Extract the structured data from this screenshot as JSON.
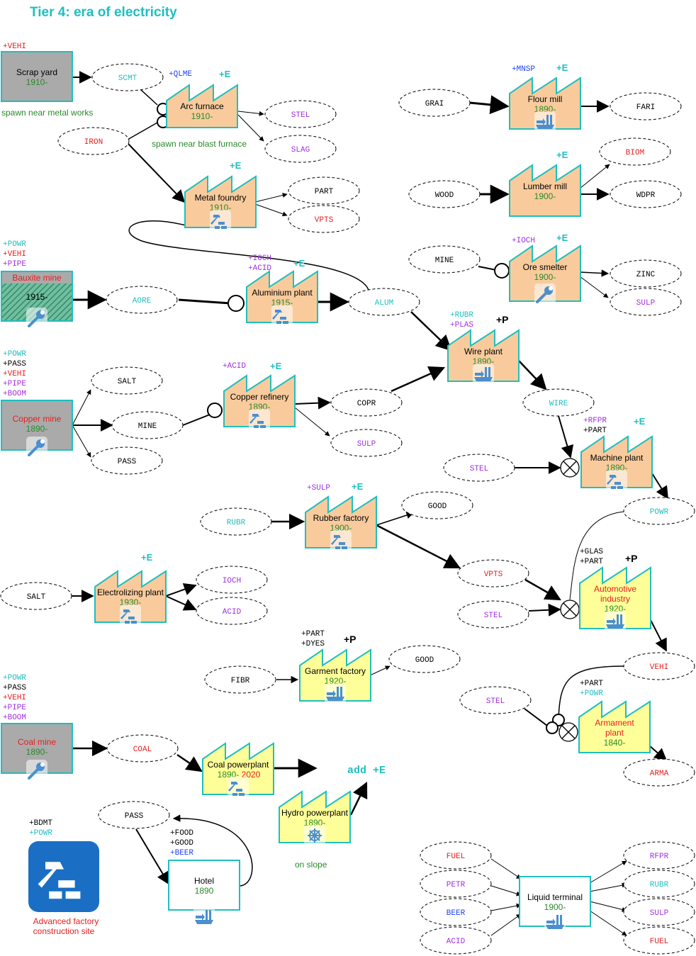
{
  "title": "Tier 4: era of electricity",
  "colors": {
    "teal": "#1fbfbf",
    "red": "#e52020",
    "purple": "#a030e0",
    "green": "#2a8a2a",
    "blue": "#2040ff",
    "orange_fill": "#f9cb9c",
    "yellow_fill": "#ffff99",
    "grey_fill": "#aaaaaa",
    "icon_blue": "#4a8fd0"
  },
  "factories": [
    {
      "id": "arc",
      "name": "Arc furnace",
      "year": "1910-",
      "fill": "orange"
    },
    {
      "id": "flour",
      "name": "Flour mill",
      "year": "1890-",
      "fill": "orange",
      "icon": "ship"
    },
    {
      "id": "lumber",
      "name": "Lumber mill",
      "year": "1900-",
      "fill": "orange"
    },
    {
      "id": "foundry",
      "name": "Metal foundry",
      "year": "1910-",
      "fill": "orange",
      "icon": "build"
    },
    {
      "id": "alum",
      "name": "Aluminium plant",
      "year": "1915-",
      "fill": "orange",
      "icon": "build"
    },
    {
      "id": "ore",
      "name": "Ore smelter",
      "year": "1900-",
      "fill": "orange",
      "icon": "tool"
    },
    {
      "id": "wire",
      "name": "Wire plant",
      "year": "1890-",
      "fill": "orange",
      "icon": "ship"
    },
    {
      "id": "copper",
      "name": "Copper refinery",
      "year": "1890-",
      "fill": "orange",
      "icon": "build"
    },
    {
      "id": "machine",
      "name": "Machine plant",
      "year": "1890-",
      "fill": "orange",
      "icon": "build"
    },
    {
      "id": "rubber",
      "name": "Rubber factory",
      "year": "1900-",
      "fill": "orange",
      "icon": "build"
    },
    {
      "id": "electro",
      "name": "Electrolizing plant",
      "year": "1930-",
      "fill": "orange",
      "icon": "build"
    },
    {
      "id": "auto",
      "name": "Automotive industry",
      "year": "1920-",
      "fill": "yellow",
      "icon": "ship",
      "red": true
    },
    {
      "id": "garment",
      "name": "Garment factory",
      "year": "1920-",
      "fill": "yellow",
      "icon": "ship"
    },
    {
      "id": "arm",
      "name": "Armament plant",
      "year": "1840-",
      "fill": "yellow",
      "red": true
    },
    {
      "id": "coalpp",
      "name": "Coal powerplant",
      "year": "1890-",
      "year_end": "2020",
      "fill": "yellow",
      "icon": "build"
    },
    {
      "id": "hydro",
      "name": "Hydro powerplant",
      "year": "1890-",
      "fill": "yellow",
      "icon": "wheel"
    }
  ],
  "boxes": [
    {
      "id": "scrap",
      "name": "Scrap yard",
      "year": "1910-",
      "fill": "grey"
    },
    {
      "id": "bauxite",
      "name": "Bauxite mine",
      "year": "1915-",
      "fill": "hatch"
    },
    {
      "id": "coppermine",
      "name": "Copper mine",
      "year": "1890-",
      "fill": "grey"
    },
    {
      "id": "coalmine",
      "name": "Coal mine",
      "year": "1890-",
      "fill": "grey"
    },
    {
      "id": "hotel",
      "name": "Hotel",
      "year": "1890",
      "fill": "white"
    },
    {
      "id": "liquid",
      "name": "Liquid terminal",
      "year": "1900-",
      "fill": "white"
    }
  ],
  "cargos": [
    {
      "id": "scmt",
      "label": "SCMT",
      "color": "teal"
    },
    {
      "id": "iron",
      "label": "IRON",
      "color": "red"
    },
    {
      "id": "stel1",
      "label": "STEL",
      "color": "purple"
    },
    {
      "id": "slag",
      "label": "SLAG",
      "color": "purple"
    },
    {
      "id": "part1",
      "label": "PART",
      "color": "black"
    },
    {
      "id": "vpts1",
      "label": "VPTS",
      "color": "red"
    },
    {
      "id": "grai",
      "label": "GRAI",
      "color": "black"
    },
    {
      "id": "fari",
      "label": "FARI",
      "color": "black"
    },
    {
      "id": "biom",
      "label": "BIOM",
      "color": "red"
    },
    {
      "id": "wood",
      "label": "WOOD",
      "color": "black"
    },
    {
      "id": "wdpr",
      "label": "WDPR",
      "color": "black"
    },
    {
      "id": "mine1",
      "label": "MINE",
      "color": "black"
    },
    {
      "id": "zinc",
      "label": "ZINC",
      "color": "black"
    },
    {
      "id": "sulp1",
      "label": "SULP",
      "color": "purple"
    },
    {
      "id": "aore",
      "label": "AORE",
      "color": "teal"
    },
    {
      "id": "alum",
      "label": "ALUM",
      "color": "teal"
    },
    {
      "id": "salt1",
      "label": "SALT",
      "color": "black"
    },
    {
      "id": "mine2",
      "label": "MINE",
      "color": "black"
    },
    {
      "id": "pass1",
      "label": "PASS",
      "color": "black"
    },
    {
      "id": "copr",
      "label": "COPR",
      "color": "black"
    },
    {
      "id": "sulp2",
      "label": "SULP",
      "color": "purple"
    },
    {
      "id": "wire",
      "label": "WIRE",
      "color": "teal"
    },
    {
      "id": "stel2",
      "label": "STEL",
      "color": "purple"
    },
    {
      "id": "powr",
      "label": "POWR",
      "color": "teal"
    },
    {
      "id": "rubr",
      "label": "RUBR",
      "color": "teal"
    },
    {
      "id": "good1",
      "label": "GOOD",
      "color": "black"
    },
    {
      "id": "vpts2",
      "label": "VPTS",
      "color": "red"
    },
    {
      "id": "stel3",
      "label": "STEL",
      "color": "purple"
    },
    {
      "id": "ioch",
      "label": "IOCH",
      "color": "purple"
    },
    {
      "id": "acid",
      "label": "ACID",
      "color": "purple"
    },
    {
      "id": "salt2",
      "label": "SALT",
      "color": "black"
    },
    {
      "id": "fibr",
      "label": "FIBR",
      "color": "black"
    },
    {
      "id": "good2",
      "label": "GOOD",
      "color": "black"
    },
    {
      "id": "vehi",
      "label": "VEHI",
      "color": "red"
    },
    {
      "id": "stel4",
      "label": "STEL",
      "color": "purple"
    },
    {
      "id": "arma",
      "label": "ARMA",
      "color": "red"
    },
    {
      "id": "coal",
      "label": "COAL",
      "color": "red"
    },
    {
      "id": "pass2",
      "label": "PASS",
      "color": "black"
    },
    {
      "id": "fuel1",
      "label": "FUEL",
      "color": "red"
    },
    {
      "id": "petr",
      "label": "PETR",
      "color": "purple"
    },
    {
      "id": "beer",
      "label": "BEER",
      "color": "blue"
    },
    {
      "id": "acid2",
      "label": "ACID",
      "color": "purple"
    },
    {
      "id": "rfpr",
      "label": "RFPR",
      "color": "purple"
    },
    {
      "id": "rubr2",
      "label": "RUBR",
      "color": "teal"
    },
    {
      "id": "sulp3",
      "label": "SULP",
      "color": "purple"
    },
    {
      "id": "fuel2",
      "label": "FUEL",
      "color": "red"
    }
  ],
  "tags": [
    {
      "text": "+VEHI",
      "color": "red"
    },
    {
      "text": "+QLME",
      "color": "blue"
    },
    {
      "text": "+E",
      "color": "teal"
    },
    {
      "text": "+MNSP",
      "color": "blue"
    },
    {
      "text": "+E",
      "color": "teal"
    },
    {
      "text": "+E",
      "color": "teal"
    },
    {
      "text": "+E",
      "color": "teal"
    },
    {
      "text": "+POWR",
      "color": "teal"
    },
    {
      "text": "+VEHI",
      "color": "red"
    },
    {
      "text": "+PIPE",
      "color": "purple"
    },
    {
      "text": "+IOCH",
      "color": "purple"
    },
    {
      "text": "+ACID",
      "color": "purple"
    },
    {
      "text": "+E",
      "color": "teal"
    },
    {
      "text": "+IOCH",
      "color": "purple"
    },
    {
      "text": "+E",
      "color": "teal"
    },
    {
      "text": "+RUBR",
      "color": "teal"
    },
    {
      "text": "+PLAS",
      "color": "purple"
    },
    {
      "text": "+P",
      "color": "black"
    },
    {
      "text": "+POWR",
      "color": "teal"
    },
    {
      "text": "+PASS",
      "color": "black"
    },
    {
      "text": "+VEHI",
      "color": "red"
    },
    {
      "text": "+PIPE",
      "color": "purple"
    },
    {
      "text": "+BOOM",
      "color": "purple"
    },
    {
      "text": "+ACID",
      "color": "purple"
    },
    {
      "text": "+E",
      "color": "teal"
    },
    {
      "text": "+RFPR",
      "color": "purple"
    },
    {
      "text": "+PART",
      "color": "black"
    },
    {
      "text": "+E",
      "color": "teal"
    },
    {
      "text": "+SULP",
      "color": "purple"
    },
    {
      "text": "+E",
      "color": "teal"
    },
    {
      "text": "+E",
      "color": "teal"
    },
    {
      "text": "+GLAS",
      "color": "black"
    },
    {
      "text": "+PART",
      "color": "black"
    },
    {
      "text": "+P",
      "color": "black"
    },
    {
      "text": "+PART",
      "color": "black"
    },
    {
      "text": "+DYES",
      "color": "black"
    },
    {
      "text": "+P",
      "color": "black"
    },
    {
      "text": "+PART",
      "color": "black"
    },
    {
      "text": "+POWR",
      "color": "teal"
    },
    {
      "text": "+POWR",
      "color": "teal"
    },
    {
      "text": "+PASS",
      "color": "black"
    },
    {
      "text": "+VEHI",
      "color": "red"
    },
    {
      "text": "+PIPE",
      "color": "purple"
    },
    {
      "text": "+BOOM",
      "color": "purple"
    },
    {
      "text": "+BDMT",
      "color": "black"
    },
    {
      "text": "+POWR",
      "color": "teal"
    },
    {
      "text": "+FOOD",
      "color": "black"
    },
    {
      "text": "+GOOD",
      "color": "black"
    },
    {
      "text": "+BEER",
      "color": "blue"
    }
  ],
  "notes": {
    "scrap_note": "spawn near metal works",
    "arc_note": "spawn near blast furnace",
    "add_e": "add +E",
    "on_slope": "on slope",
    "legend_label": "Advanced factory construction site"
  },
  "icon_names": [
    "build-icon",
    "ship-icon",
    "tool-icon",
    "wheel-icon"
  ]
}
